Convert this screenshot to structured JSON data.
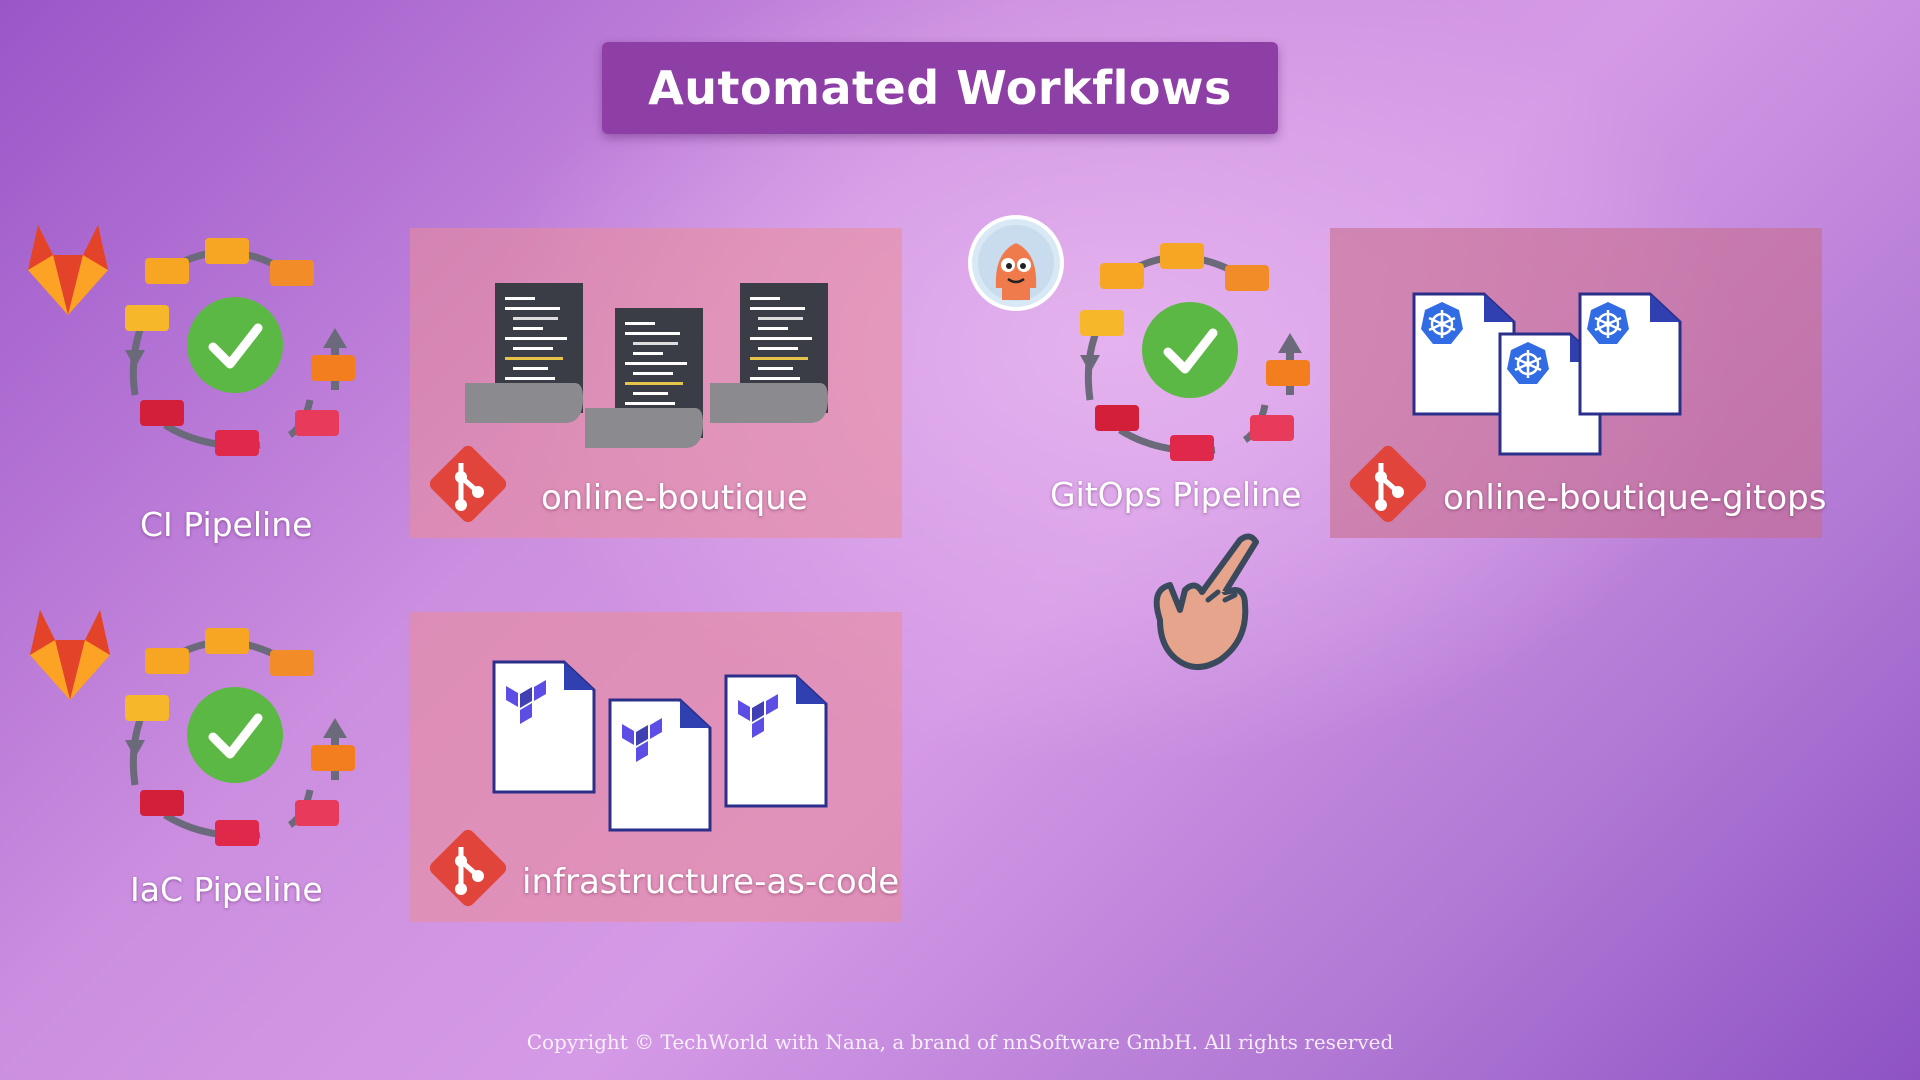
{
  "title": "Automated Workflows",
  "pipelines": {
    "ci": "CI Pipeline",
    "iac": "IaC Pipeline",
    "gitops": "GitOps Pipeline"
  },
  "repos": {
    "online_boutique": "online-boutique",
    "infrastructure": "infrastructure-as-code",
    "gitops": "online-boutique-gitops"
  },
  "icons": [
    "gitlab-icon",
    "pipeline-cycle-icon",
    "git-icon",
    "code-file-icon",
    "terraform-file-icon",
    "kubernetes-file-icon",
    "argocd-icon",
    "hand-pointer-icon"
  ],
  "colors": {
    "title_bg": "#8e3fa6",
    "panel": "#e88c96",
    "check": "#5cb844",
    "git": "#e0443a"
  },
  "copyright": "Copyright © TechWorld with Nana, a brand of nnSoftware GmbH. All rights reserved"
}
